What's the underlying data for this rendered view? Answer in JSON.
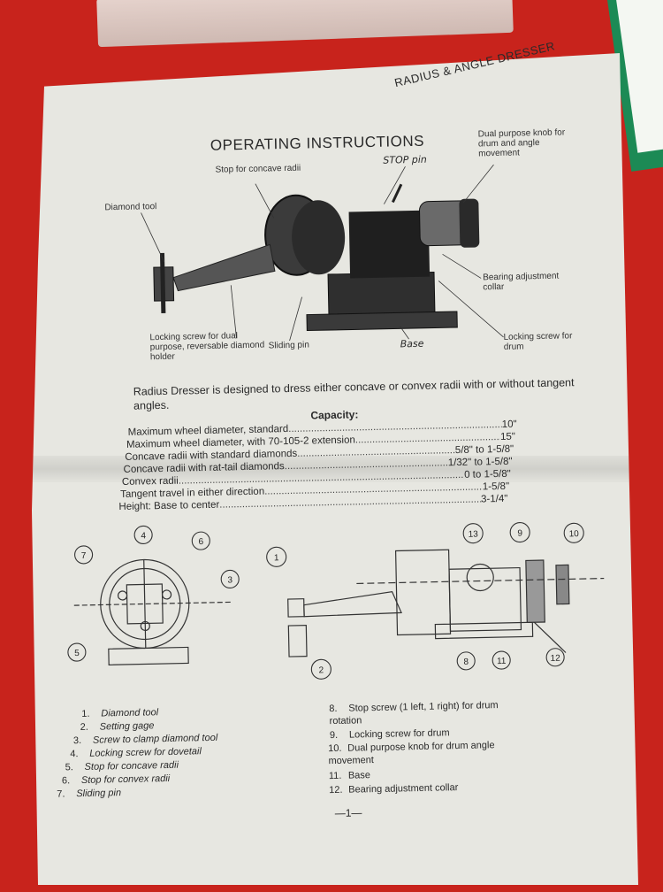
{
  "header": {
    "product_title": "RADIUS & ANGLE DRESSER",
    "section_title": "OPERATING INSTRUCTIONS"
  },
  "figure_callouts": {
    "diamond_tool": "Diamond tool",
    "stop_concave": "Stop for concave radii",
    "stop_pin": "STOP pin",
    "dual_knob": "Dual purpose knob for drum and angle movement",
    "bearing_collar": "Bearing adjustment collar",
    "locking_screw_dual": "Locking screw for dual purpose, reversable diamond holder",
    "sliding_pin": "Sliding pin",
    "base": "Base",
    "locking_drum": "Locking screw for drum"
  },
  "intro": "Radius Dresser is designed to dress either concave or convex radii with or without tangent angles.",
  "capacity": {
    "title": "Capacity:",
    "rows": [
      {
        "label": "Maximum wheel diameter, standard",
        "value": "10\""
      },
      {
        "label": "Maximum wheel diameter, with 70-105-2 extension",
        "value": "15\""
      },
      {
        "label": "Concave radii with standard diamonds",
        "value": "5/8\" to 1-5/8\""
      },
      {
        "label": "Concave radii with rat-tail diamonds",
        "value": "1/32\" to 1-5/8\""
      },
      {
        "label": "Convex radii",
        "value": "0 to 1-5/8\""
      },
      {
        "label": "Tangent travel in either direction",
        "value": "1-5/8\""
      },
      {
        "label": "Height: Base to center",
        "value": "3-1/4\""
      }
    ]
  },
  "diagram_numbers": [
    "1",
    "2",
    "3",
    "4",
    "5",
    "6",
    "7",
    "8",
    "9",
    "10",
    "11",
    "12",
    "13"
  ],
  "legend_left": [
    {
      "num": "1.",
      "text": "Diamond tool"
    },
    {
      "num": "2.",
      "text": "Setting gage"
    },
    {
      "num": "3.",
      "text": "Screw to clamp diamond tool"
    },
    {
      "num": "4.",
      "text": "Locking screw for dovetail"
    },
    {
      "num": "5.",
      "text": "Stop for concave radii"
    },
    {
      "num": "6.",
      "text": "Stop for convex radii"
    },
    {
      "num": "7.",
      "text": "Sliding pin"
    }
  ],
  "legend_right": [
    {
      "num": "8.",
      "text": "Stop screw (1 left, 1 right) for drum rotation"
    },
    {
      "num": "9.",
      "text": "Locking screw for drum"
    },
    {
      "num": "10.",
      "text": "Dual purpose knob for drum angle movement"
    },
    {
      "num": "11.",
      "text": "Base"
    },
    {
      "num": "12.",
      "text": "Bearing adjustment collar"
    }
  ],
  "page_number": "—1—",
  "colors": {
    "background": "#c8231c",
    "paper": "#e7e7e1",
    "ink": "#2a2a2a"
  }
}
